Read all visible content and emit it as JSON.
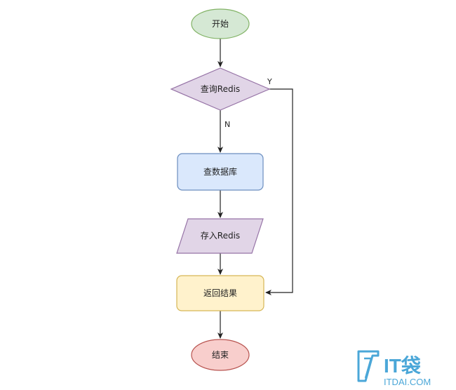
{
  "nodes": {
    "start": {
      "label": "开始",
      "fill": "#d5e8d4",
      "stroke": "#82b366"
    },
    "query_redis": {
      "label": "查询Redis",
      "fill": "#e1d5e7",
      "stroke": "#9673a6"
    },
    "query_db": {
      "label": "查数据库",
      "fill": "#dae8fc",
      "stroke": "#6c8ebf"
    },
    "save_redis": {
      "label": "存入Redis",
      "fill": "#e1d5e7",
      "stroke": "#9673a6"
    },
    "return_result": {
      "label": "返回结果",
      "fill": "#fff2cc",
      "stroke": "#d6b656"
    },
    "end": {
      "label": "结束",
      "fill": "#f8cecc",
      "stroke": "#b85450"
    }
  },
  "edges": {
    "yes_label": "Y",
    "no_label": "N"
  },
  "watermark": {
    "logo_text": "IT袋",
    "domain": "ITDAI.COM",
    "color": "#4ba7d8"
  }
}
